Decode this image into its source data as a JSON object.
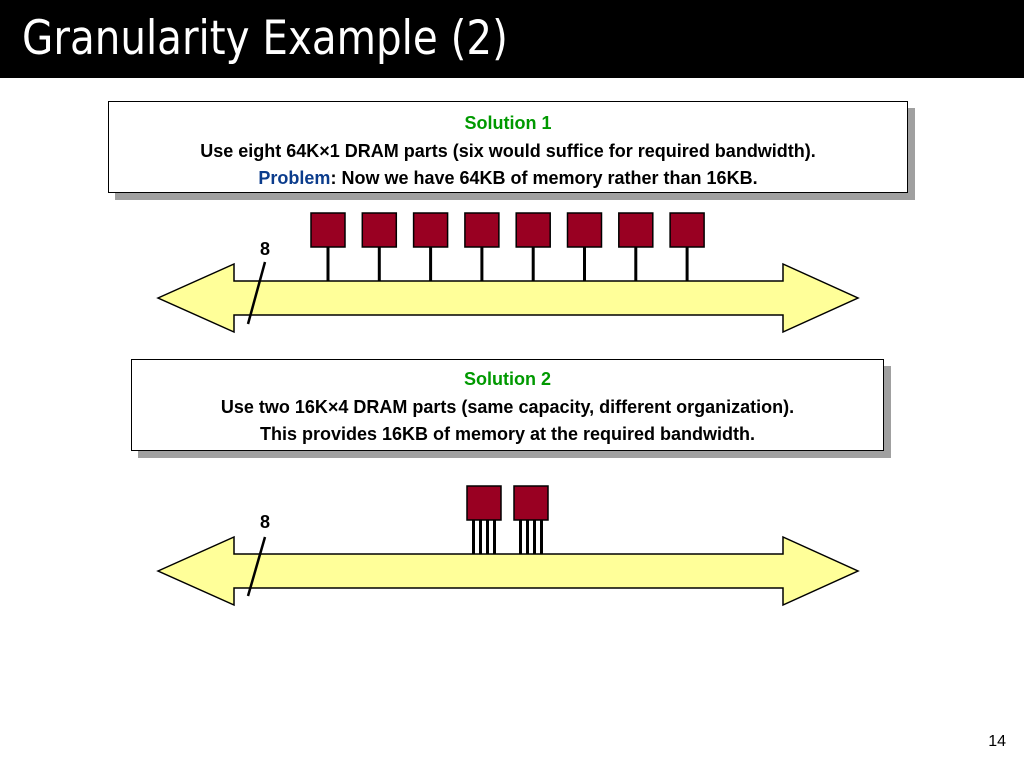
{
  "title": "Granularity Example (2)",
  "solution1": {
    "heading": "Solution 1",
    "line1": "Use eight 64K×1 DRAM parts (six would suffice for required bandwidth).",
    "problem_label": "Problem",
    "problem_text": ": Now we have 64KB of memory rather than 16KB."
  },
  "solution2": {
    "heading": "Solution 2",
    "line1": "Use two 16K×4 DRAM parts (same capacity, different organization).",
    "line2": "This provides 16KB of memory at the required bandwidth."
  },
  "bus1": {
    "width_label": "8",
    "chip_count": 8,
    "pins_per_chip": 1
  },
  "bus2": {
    "width_label": "8",
    "chip_count": 2,
    "pins_per_chip": 4
  },
  "page_number": "14",
  "colors": {
    "title_bar": "#000000",
    "title_text": "#ffffff",
    "heading": "#009900",
    "problem": "#0b3c8c",
    "bus_fill": "#ffff99",
    "chip_fill": "#990022"
  }
}
